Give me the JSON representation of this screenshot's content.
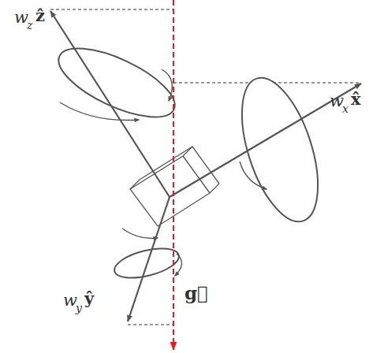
{
  "diagram": {
    "labels": [
      "w",
      "z",
      "ẑ",
      "w",
      "x",
      "x̂",
      "w",
      "y",
      "ŷ",
      "g⃗"
    ]
  }
}
